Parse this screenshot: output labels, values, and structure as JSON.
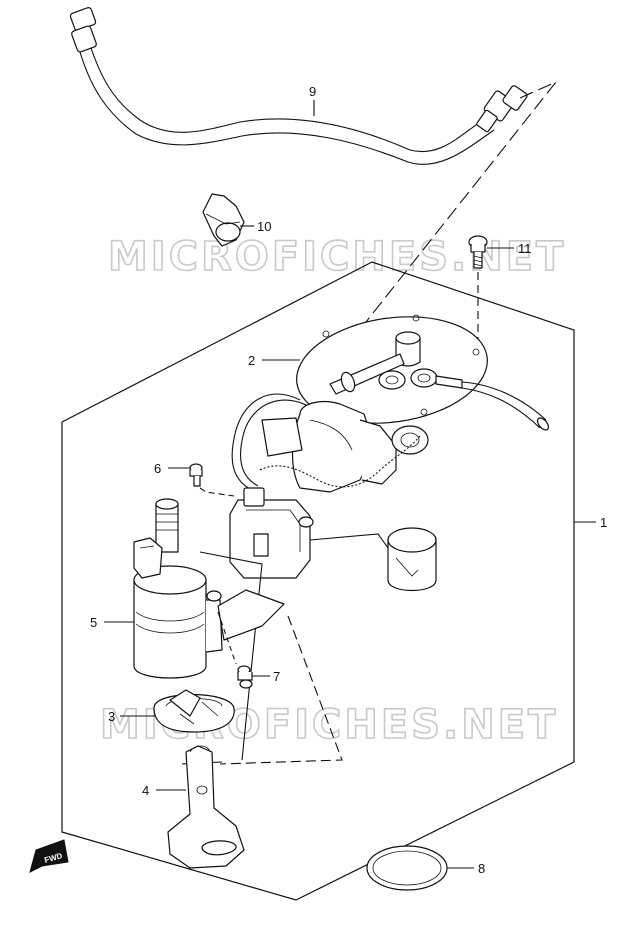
{
  "watermark": {
    "text": "MICROFICHES.NET"
  },
  "callouts": {
    "c1": "1",
    "c2": "2",
    "c3": "3",
    "c4": "4",
    "c5": "5",
    "c6": "6",
    "c7": "7",
    "c8": "8",
    "c9": "9",
    "c10": "10",
    "c11": "11"
  },
  "fwd_label": "FWD"
}
